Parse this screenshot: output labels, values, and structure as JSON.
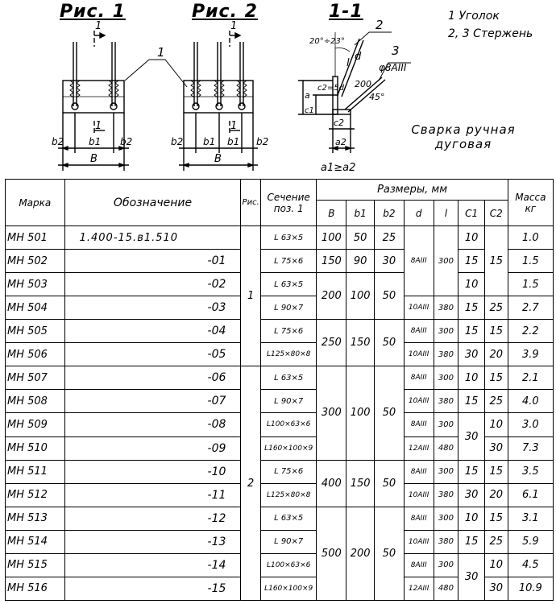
{
  "figures": {
    "fig1_title": "Рис. 1",
    "fig2_title": "Рис. 2",
    "section_title": "1-1",
    "callout_1": "1",
    "callout_2": "2",
    "callout_3": "3",
    "section_marker": "1",
    "rod_label": "φ8AIII",
    "angle_range": "20°÷23°",
    "angle_45": "45°",
    "dim_200": "200",
    "label_d": "d",
    "label_l": "l",
    "label_B": "B",
    "label_b1": "b1",
    "label_b2": "b2",
    "label_a": "a",
    "label_a2": "a2",
    "label_c1": "c1",
    "label_c2": "c2",
    "label_c2_5d": "c2=5d",
    "condition": "a1≥a2"
  },
  "legend": {
    "line1": "1 Уголок",
    "line2": "2, 3 Стержень"
  },
  "weld_note": {
    "line1": "Сварка ручная",
    "line2": "дуговая"
  },
  "table": {
    "headers": {
      "marka": "Марка",
      "oboznachenie": "Обозначение",
      "ris": "Рис.",
      "sechenie": "Сечение поз. 1",
      "razmery": "Размеры, мм",
      "B": "B",
      "b1": "b1",
      "b2": "b2",
      "d": "d",
      "l": "l",
      "c1": "C1",
      "c2": "C2",
      "massa": "Масса кг"
    },
    "rows": [
      {
        "marka": "МН 501",
        "oboz": "1.400-15.в1.510",
        "sech": "L 63×5",
        "B": "100",
        "b1": "50",
        "b2": "25",
        "d": "",
        "l": "",
        "c1": "10",
        "c2": "",
        "m": "1.0"
      },
      {
        "marka": "МН 502",
        "oboz": "-01",
        "sech": "L 75×6",
        "B": "150",
        "b1": "90",
        "b2": "30",
        "d": "8AIII",
        "l": "300",
        "c1": "15",
        "c2": "15",
        "m": "1.5"
      },
      {
        "marka": "МН 503",
        "oboz": "-02",
        "sech": "L 63×5",
        "B": "200",
        "b1": "100",
        "b2": "50",
        "d": "",
        "l": "",
        "c1": "10",
        "c2": "",
        "m": "1.5"
      },
      {
        "marka": "МН 504",
        "oboz": "-03",
        "sech": "L 90×7",
        "B": "",
        "b1": "",
        "b2": "",
        "d": "10AIII",
        "l": "380",
        "c1": "15",
        "c2": "25",
        "m": "2.7"
      },
      {
        "marka": "МН 505",
        "oboz": "-04",
        "sech": "L 75×6",
        "B": "250",
        "b1": "150",
        "b2": "50",
        "d": "8AIII",
        "l": "300",
        "c1": "15",
        "c2": "15",
        "m": "2.2"
      },
      {
        "marka": "МН 506",
        "oboz": "-05",
        "sech": "L125×80×8",
        "B": "",
        "b1": "",
        "b2": "",
        "d": "10AIII",
        "l": "380",
        "c1": "30",
        "c2": "20",
        "m": "3.9"
      },
      {
        "marka": "МН 507",
        "oboz": "-06",
        "sech": "L 63×5",
        "B": "300",
        "b1": "100",
        "b2": "50",
        "d": "8AIII",
        "l": "300",
        "c1": "10",
        "c2": "15",
        "m": "2.1"
      },
      {
        "marka": "МН 508",
        "oboz": "-07",
        "sech": "L 90×7",
        "B": "",
        "b1": "",
        "b2": "",
        "d": "10AIII",
        "l": "380",
        "c1": "15",
        "c2": "25",
        "m": "4.0"
      },
      {
        "marka": "МН 509",
        "oboz": "-08",
        "sech": "L100×63×6",
        "B": "",
        "b1": "",
        "b2": "",
        "d": "8AIII",
        "l": "300",
        "c1": "30",
        "c2": "10",
        "m": "3.0"
      },
      {
        "marka": "МН 510",
        "oboz": "-09",
        "sech": "L160×100×9",
        "B": "",
        "b1": "",
        "b2": "",
        "d": "12AIII",
        "l": "480",
        "c1": "",
        "c2": "30",
        "m": "7.3"
      },
      {
        "marka": "МН 511",
        "oboz": "-10",
        "sech": "L 75×6",
        "B": "400",
        "b1": "150",
        "b2": "50",
        "d": "8AIII",
        "l": "300",
        "c1": "15",
        "c2": "15",
        "m": "3.5"
      },
      {
        "marka": "МН 512",
        "oboz": "-11",
        "sech": "L125×80×8",
        "B": "",
        "b1": "",
        "b2": "",
        "d": "10AIII",
        "l": "380",
        "c1": "30",
        "c2": "20",
        "m": "6.1"
      },
      {
        "marka": "МН 513",
        "oboz": "-12",
        "sech": "L 63×5",
        "B": "500",
        "b1": "200",
        "b2": "50",
        "d": "8AIII",
        "l": "300",
        "c1": "10",
        "c2": "15",
        "m": "3.1"
      },
      {
        "marka": "МН 514",
        "oboz": "-13",
        "sech": "L 90×7",
        "B": "",
        "b1": "",
        "b2": "",
        "d": "10AIII",
        "l": "380",
        "c1": "15",
        "c2": "25",
        "m": "5.9"
      },
      {
        "marka": "МН 515",
        "oboz": "-14",
        "sech": "L100×63×6",
        "B": "",
        "b1": "",
        "b2": "",
        "d": "8AIII",
        "l": "300",
        "c1": "30",
        "c2": "10",
        "m": "4.5"
      },
      {
        "marka": "МН 516",
        "oboz": "-15",
        "sech": "L160×100×9",
        "B": "",
        "b1": "",
        "b2": "",
        "d": "12AIII",
        "l": "480",
        "c1": "",
        "c2": "30",
        "m": "10.9"
      }
    ],
    "ris_1": "1",
    "ris_2": "2"
  }
}
